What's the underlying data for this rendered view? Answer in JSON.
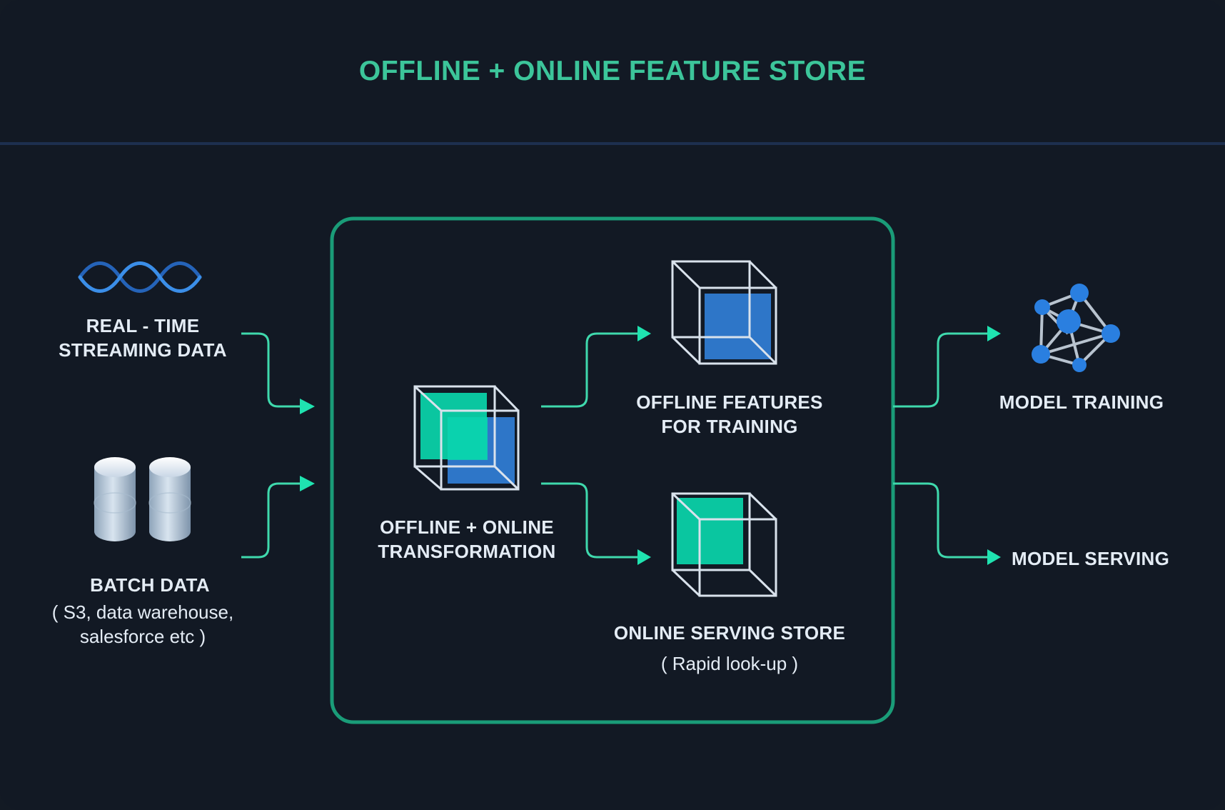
{
  "title": "OFFLINE + ONLINE FEATURE STORE",
  "sources": {
    "streaming": {
      "line1": "REAL - TIME",
      "line2": "STREAMING DATA",
      "icon": "wave-icon"
    },
    "batch": {
      "title": "BATCH DATA",
      "line1": "( S3, data warehouse,",
      "line2": "salesforce etc )",
      "icon": "database-icon"
    }
  },
  "store": {
    "transformation": {
      "line1": "OFFLINE + ONLINE",
      "line2": "TRANSFORMATION",
      "icon": "cube-icon"
    },
    "offline": {
      "line1": "OFFLINE FEATURES",
      "line2": "FOR TRAINING",
      "icon": "cube-icon"
    },
    "online": {
      "title": "ONLINE SERVING STORE",
      "sub": "( Rapid look-up )",
      "icon": "cube-icon"
    }
  },
  "outputs": {
    "training": {
      "label": "MODEL TRAINING",
      "icon": "network-icon"
    },
    "serving": {
      "label": "MODEL SERVING"
    }
  },
  "colors": {
    "background": "#121924",
    "accent": "#3cc59a",
    "arrow": "#3fd9ad",
    "border": "#1a9c78",
    "blue": "#2e76c8",
    "green": "#0ac6a0",
    "text": "#e4ecf5"
  }
}
